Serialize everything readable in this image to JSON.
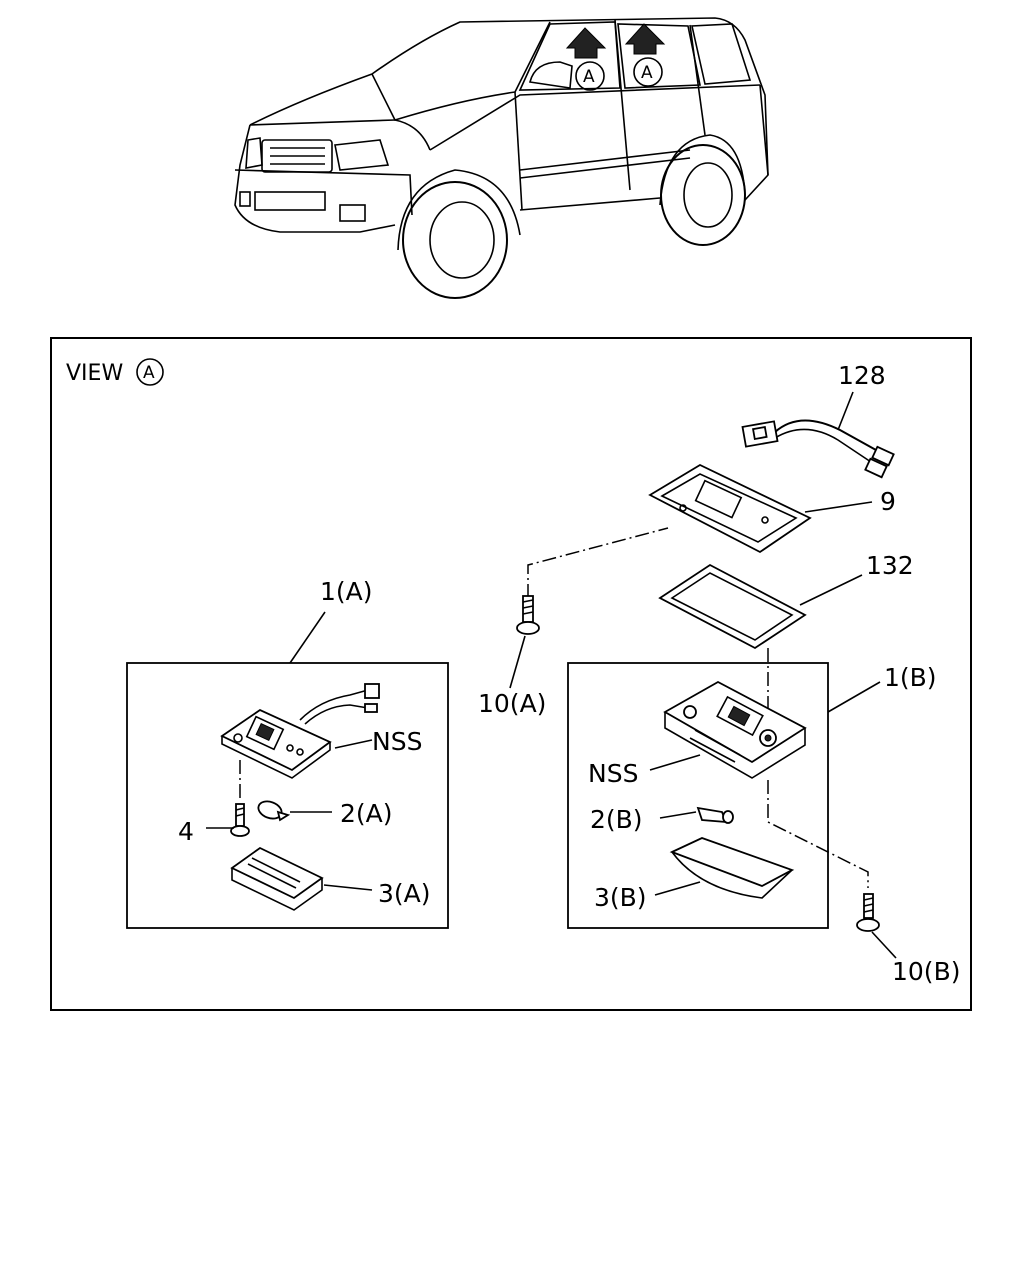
{
  "view_label": "VIEW",
  "view_circle": "A",
  "car_marker_1": "A",
  "car_marker_2": "A",
  "labels": {
    "p128": "128",
    "p9": "9",
    "p132": "132",
    "p1a": "1(A)",
    "p1b": "1(B)",
    "p10a": "10(A)",
    "p10b": "10(B)",
    "nss_left": "NSS",
    "nss_right": "NSS",
    "p2a": "2(A)",
    "p2b": "2(B)",
    "p3a": "3(A)",
    "p3b": "3(B)",
    "p4": "4"
  }
}
